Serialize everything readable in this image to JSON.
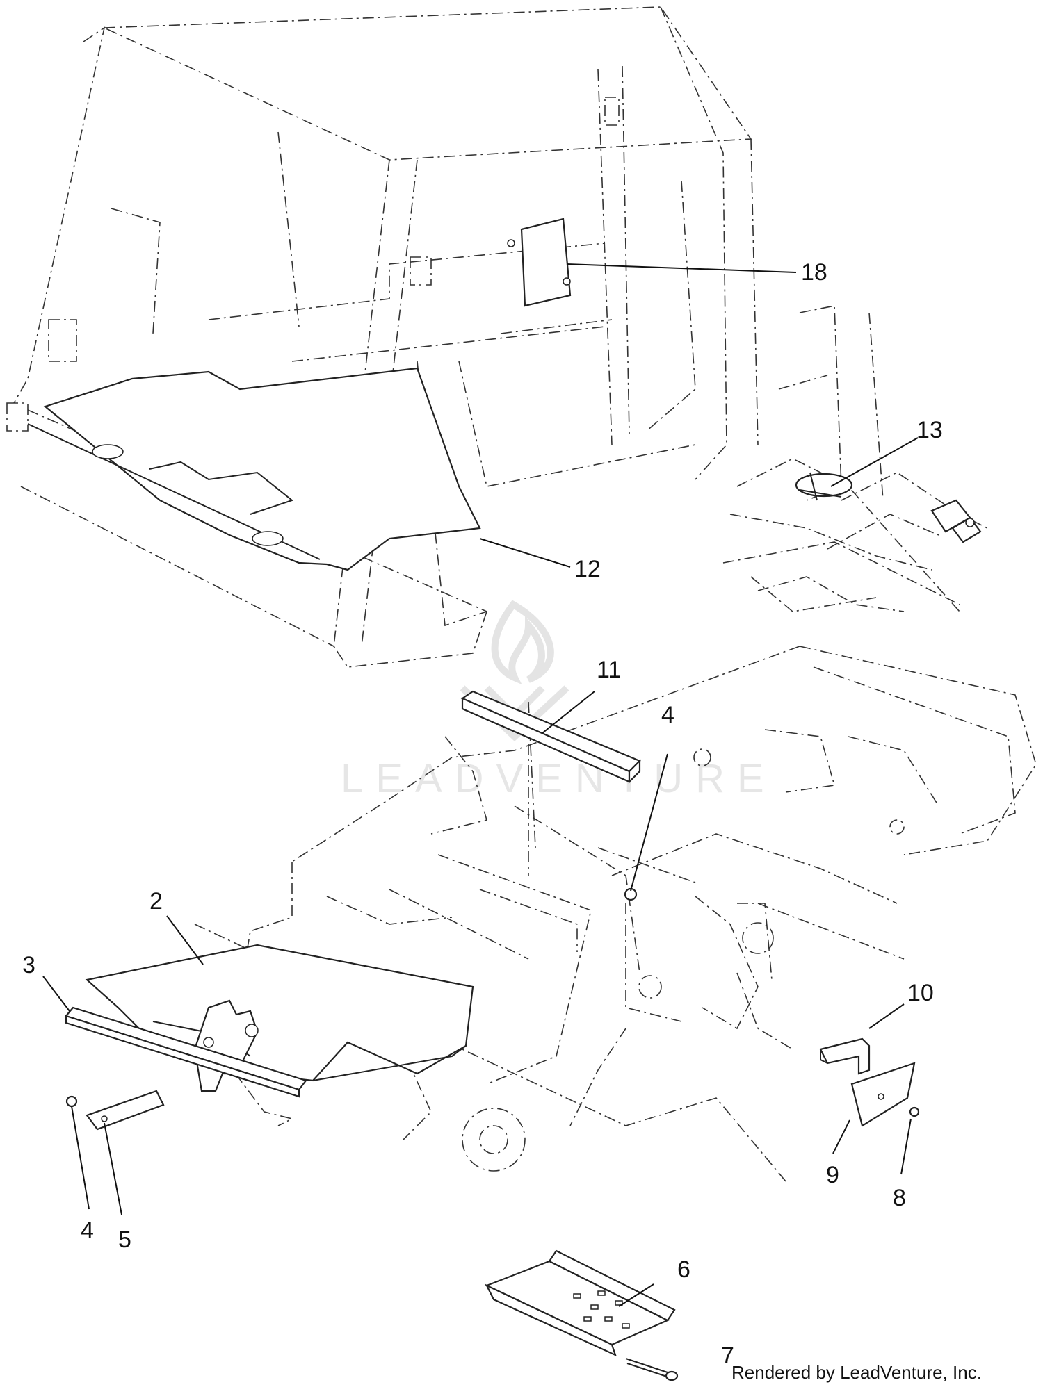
{
  "callouts": [
    {
      "id": "2",
      "label": "2"
    },
    {
      "id": "3",
      "label": "3"
    },
    {
      "id": "4a",
      "label": "4"
    },
    {
      "id": "4b",
      "label": "4"
    },
    {
      "id": "5",
      "label": "5"
    },
    {
      "id": "6",
      "label": "6"
    },
    {
      "id": "7",
      "label": "7"
    },
    {
      "id": "8",
      "label": "8"
    },
    {
      "id": "9",
      "label": "9"
    },
    {
      "id": "10",
      "label": "10"
    },
    {
      "id": "11",
      "label": "11"
    },
    {
      "id": "12",
      "label": "12"
    },
    {
      "id": "13",
      "label": "13"
    },
    {
      "id": "18",
      "label": "18"
    }
  ],
  "credit": "Rendered by LeadVenture, Inc.",
  "watermark": {
    "text": "LEADVENTURE"
  },
  "colors": {
    "line": "#222222",
    "background": "#ffffff",
    "watermark": "#e6e6e6"
  }
}
